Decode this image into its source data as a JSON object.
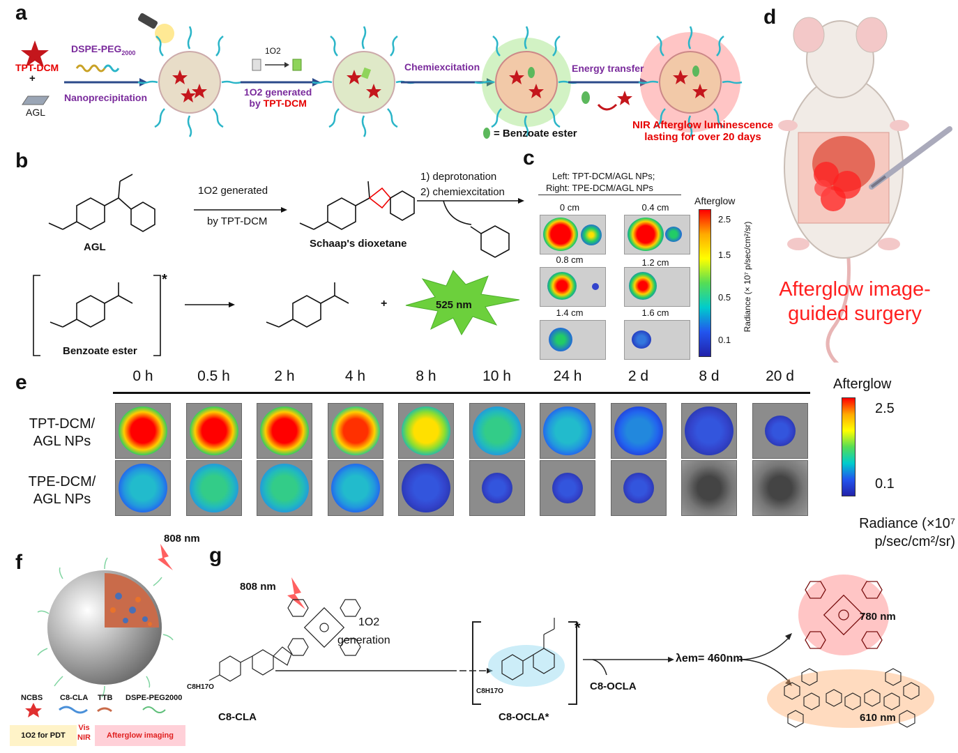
{
  "panels": {
    "a": "a",
    "b": "b",
    "c": "c",
    "d": "d",
    "e": "e",
    "f": "f",
    "g": "g"
  },
  "panel_a": {
    "tpt_dcm": "TPT-DCM",
    "plus": "+",
    "agl": "AGL",
    "dspe_peg": "DSPE-PEG",
    "dspe_peg_sub": "2000",
    "nanoprecipitation": "Nanoprecipitation",
    "singlet_o2": "1O2",
    "o2_generated_line1": "1O2 generated",
    "o2_generated_line2": "by TPT-DCM",
    "chemiexcitation": "Chemiexcitation",
    "energy_transfer": "Energy transfer",
    "benzoate_legend": "= Benzoate ester",
    "nir_line1": "NIR Afterglow luminescence",
    "nir_line2": "lasting for over 20 days"
  },
  "panel_b": {
    "reagent_line1": "1O2 generated",
    "reagent_line2": "by TPT-DCM",
    "step1": "1) deprotonation",
    "step2": "2) chemiexcitation",
    "agl_label": "AGL",
    "dioxetane_label": "Schaap's dioxetane",
    "benzoate_label": "Benzoate ester",
    "plus": "+",
    "emission": "525 nm",
    "star": "*"
  },
  "panel_c": {
    "legend_left": "Left:   TPT-DCM/AGL NPs;",
    "legend_right": "Right:  TPE-DCM/AGL NPs",
    "depths": [
      "0 cm",
      "0.4 cm",
      "0.8 cm",
      "1.2 cm",
      "1.4 cm",
      "1.6 cm"
    ],
    "colorbar_title": "Afterglow",
    "colorbar_ticks": [
      "2.5",
      "1.5",
      "0.5",
      "0.1"
    ],
    "colorbar_unit": "Radiance (× 10⁷ p/sec/cm²/sr)"
  },
  "panel_d": {
    "caption_line1": "Afterglow image-",
    "caption_line2": "guided surgery"
  },
  "panel_e": {
    "times": [
      "0 h",
      "0.5 h",
      "2 h",
      "4 h",
      "8 h",
      "10 h",
      "24 h",
      "2 d",
      "8 d",
      "20 d"
    ],
    "row1_line1": "TPT-DCM/",
    "row1_line2": "AGL NPs",
    "row2_line1": "TPE-DCM/",
    "row2_line2": "AGL NPs",
    "colorbar_title": "Afterglow",
    "colorbar_max": "2.5",
    "colorbar_min": "0.1",
    "unit_line1": "Radiance (×10⁷",
    "unit_line2": "p/sec/cm²/sr)",
    "row1_intensity": [
      1.0,
      1.0,
      1.0,
      0.85,
      0.6,
      0.45,
      0.3,
      0.2,
      0.12,
      0.05
    ],
    "row2_intensity": [
      0.3,
      0.45,
      0.45,
      0.28,
      0.12,
      0.1,
      0.1,
      0.08,
      0.0,
      0.0
    ]
  },
  "panel_f": {
    "laser": "808 nm",
    "ncbs": "NCBS",
    "c8cla": "C8-CLA",
    "ttb": "TTB",
    "dspe_peg": "DSPE-PEG2000",
    "pdt": "1O2 for PDT",
    "vis": "Vis",
    "nir": "NIR",
    "afterglow_imaging": "Afterglow imaging"
  },
  "panel_g": {
    "laser": "808 nm",
    "generation_line1": "1O2",
    "generation_line2": "generation",
    "c8cla": "C8-CLA",
    "c8ocla_star": "C8-OCLA*",
    "c8ocla": "C8-OCLA",
    "lambda_em": "λem= 460nm",
    "nm780": "780 nm",
    "nm610": "610 nm",
    "c8h17o": "C8H17O",
    "star": "*"
  }
}
